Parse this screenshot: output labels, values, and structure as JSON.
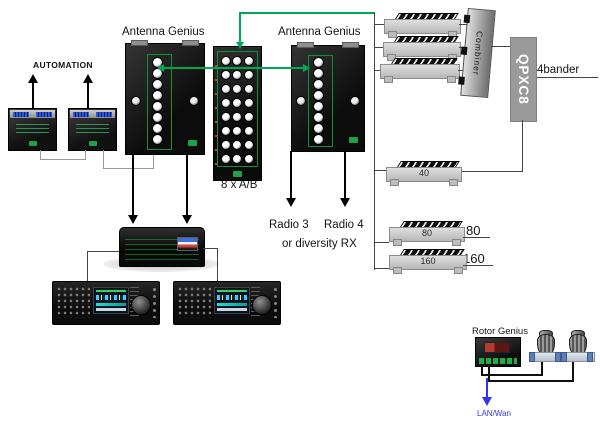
{
  "labels": {
    "automation": "AUTOMATION",
    "antenna_genius": "Antenna Genius",
    "ab_switch": "8 x A/B",
    "radio3": "Radio 3",
    "radio4": "Radio 4",
    "diversity": "or diversity RX",
    "fourbander": "4bander",
    "band80": "80",
    "band160": "160",
    "rotor_genius": "Rotor Genius",
    "lan_wan": "LAN/Wan"
  },
  "devices": {
    "combiner": "Combiner",
    "qpxc8": "QPXC8",
    "ant40": "40",
    "ant80": "80",
    "ant160": "160"
  },
  "colors": {
    "wire_green": "#00a651",
    "lan_blue": "#3333ee",
    "line_black": "#444444",
    "line_gray": "#9a9a9a"
  }
}
